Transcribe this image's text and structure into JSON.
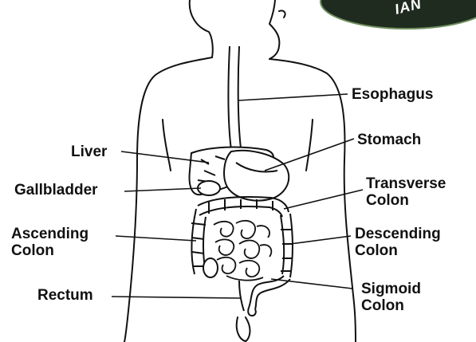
{
  "badge": {
    "text": "IAN",
    "fill": "#1f2b1f"
  },
  "labels": {
    "esophagus": "Esophagus",
    "stomach": "Stomach",
    "liver": "Liver",
    "gallbladder": "Gallbladder",
    "transverse_colon": [
      "Transverse",
      "Colon"
    ],
    "ascending_colon": [
      "Ascending",
      "Colon"
    ],
    "descending_colon": [
      "Descending",
      "Colon"
    ],
    "rectum": "Rectum",
    "sigmoid_colon": [
      "Sigmoid",
      "Colon"
    ]
  },
  "colors": {
    "ink": "#111111",
    "background": "#ffffff"
  }
}
